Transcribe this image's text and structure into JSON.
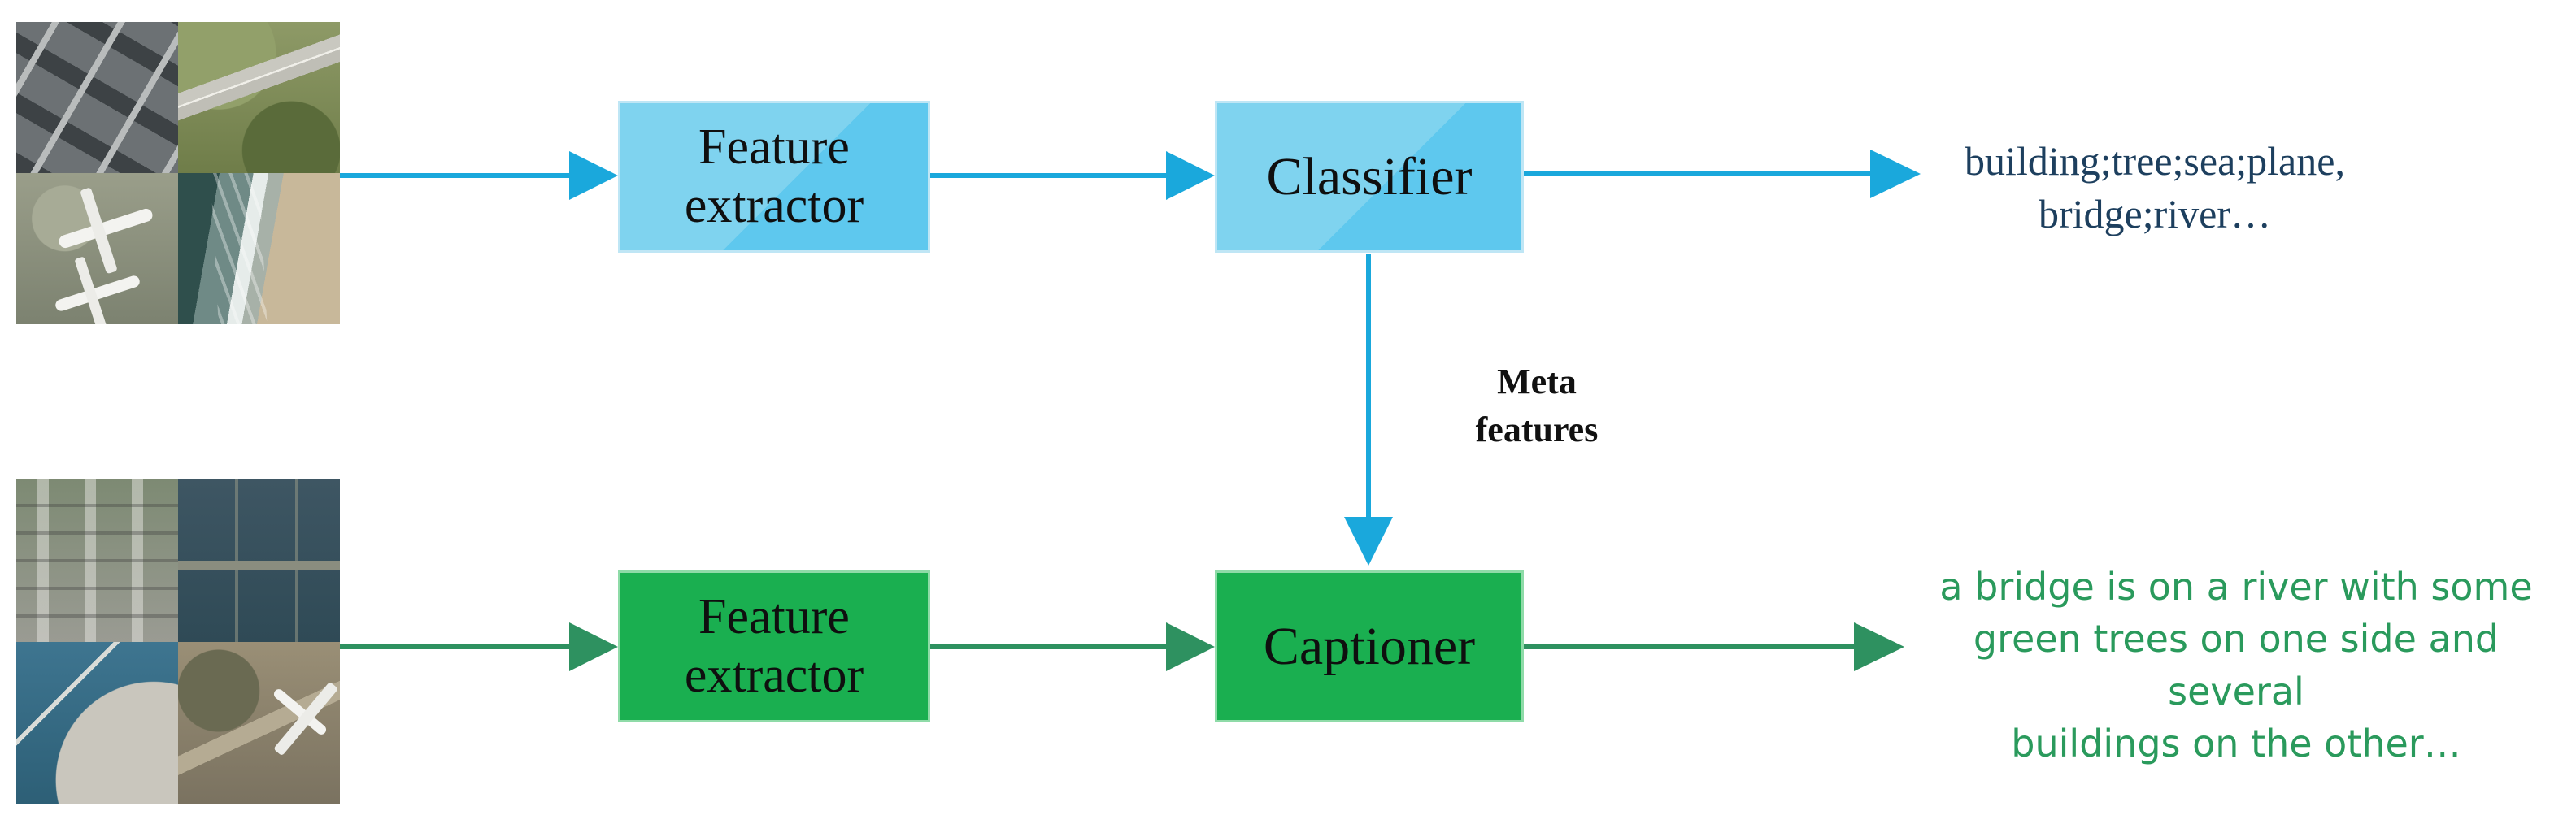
{
  "colors": {
    "blue_arrow": "#1aa8dc",
    "green_arrow": "#2e9160",
    "blue_box": "#6fd0f0",
    "green_box": "#1aaf50",
    "blue_text": "#1d3f5e",
    "green_text": "#2a9a5c"
  },
  "top_row": {
    "images": [
      "rooftops",
      "road",
      "airplanes",
      "beach"
    ],
    "extractor_line1": "Feature",
    "extractor_line2": "extractor",
    "classifier": "Classifier",
    "output_line1": "building;tree;sea;plane,",
    "output_line2": "bridge;river…"
  },
  "link": {
    "line1": "Meta",
    "line2": "features"
  },
  "bottom_row": {
    "images": [
      "city",
      "river",
      "harbor",
      "airfield"
    ],
    "extractor_line1": "Feature",
    "extractor_line2": "extractor",
    "captioner": "Captioner",
    "output_line1": "a bridge is on a river with some",
    "output_line2": "green trees on one side and several",
    "output_line3": "buildings on the other…"
  }
}
